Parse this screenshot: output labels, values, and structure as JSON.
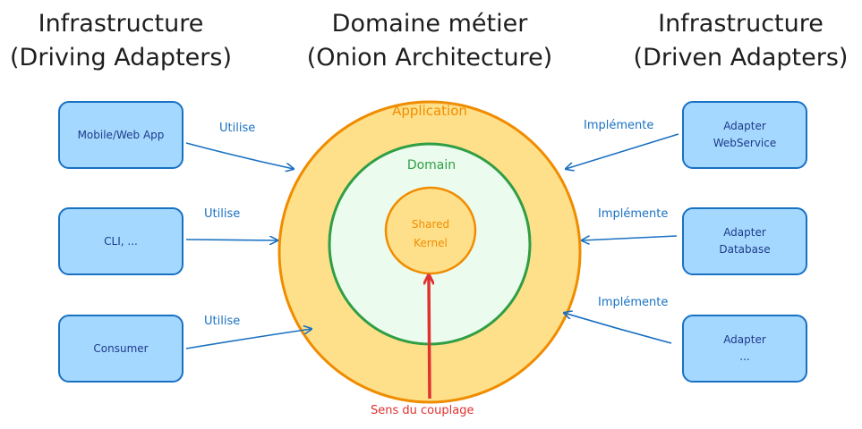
{
  "headings": {
    "left": [
      "Infrastructure",
      "(Driving Adapters)"
    ],
    "center": [
      "Domaine métier",
      "(Onion Architecture)"
    ],
    "right": [
      "Infrastructure",
      "(Driven Adapters)"
    ]
  },
  "rings": {
    "application": "Application",
    "domain": "Domain",
    "kernel": [
      "Shared",
      "Kernel"
    ]
  },
  "driving_adapters": [
    {
      "lines": [
        "Mobile/Web App"
      ],
      "arrow_label": "Utilise"
    },
    {
      "lines": [
        "CLI, ..."
      ],
      "arrow_label": "Utilise"
    },
    {
      "lines": [
        "Consumer"
      ],
      "arrow_label": "Utilise"
    }
  ],
  "driven_adapters": [
    {
      "lines": [
        "Adapter",
        "WebService"
      ],
      "arrow_label": "Implémente"
    },
    {
      "lines": [
        "Adapter",
        "Database"
      ],
      "arrow_label": "Implémente"
    },
    {
      "lines": [
        "Adapter",
        "..."
      ],
      "arrow_label": "Implémente"
    }
  ],
  "coupling_label": "Sens du couplage",
  "colors": {
    "adapter_fill": "#a5d8ff",
    "adapter_stroke": "#1971c2",
    "application_fill": "#ffe08a",
    "application_stroke": "#f08c00",
    "domain_fill": "#ebfbee",
    "domain_stroke": "#2f9e44",
    "kernel_fill": "#ffe08a",
    "kernel_stroke": "#f08c00",
    "coupling_arrow": "#e03131",
    "arrow": "#1971c2"
  }
}
